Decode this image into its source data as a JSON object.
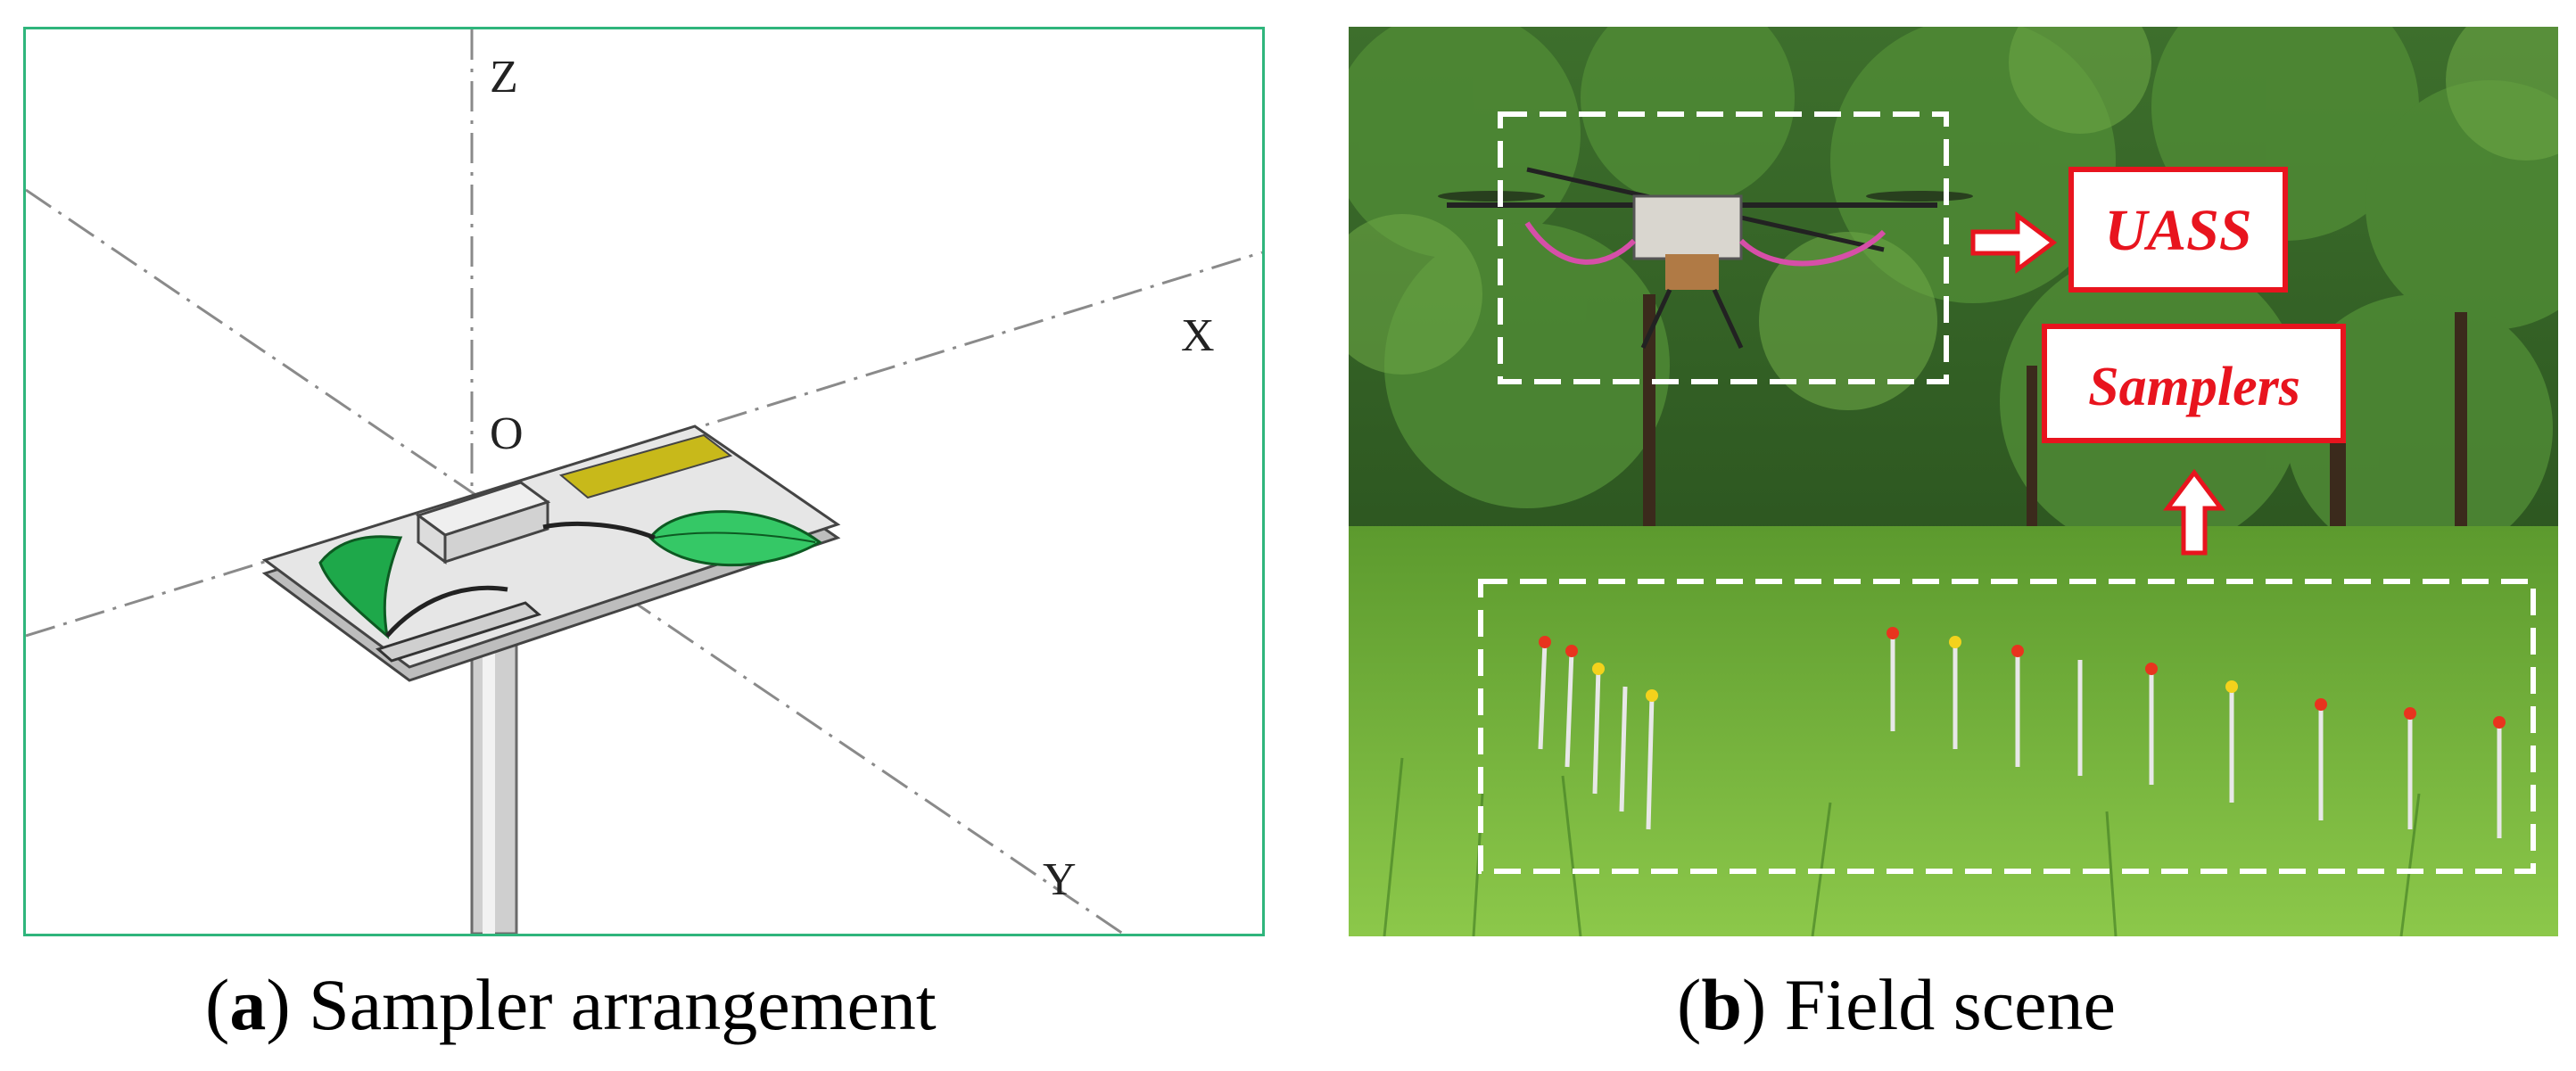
{
  "diagram": {
    "axes": {
      "z": "Z",
      "x": "X",
      "y": "Y",
      "origin": "O"
    },
    "colors": {
      "border": "#2fb57c",
      "leaf": "#1ea84a",
      "leaf_light": "#35c866",
      "card": "#e6e6e6",
      "yellow_strip": "#c8b91a"
    }
  },
  "photo": {
    "labels": {
      "uass": "UASS",
      "samplers": "Samplers"
    },
    "colors": {
      "label_border": "#e8141e",
      "label_text": "#e8141e",
      "arrow": "#e8141e",
      "dashed_box": "#ffffff"
    }
  },
  "captions": {
    "a": {
      "letter": "a",
      "text": "Sampler arrangement"
    },
    "b": {
      "letter": "b",
      "text": "Field scene"
    }
  }
}
